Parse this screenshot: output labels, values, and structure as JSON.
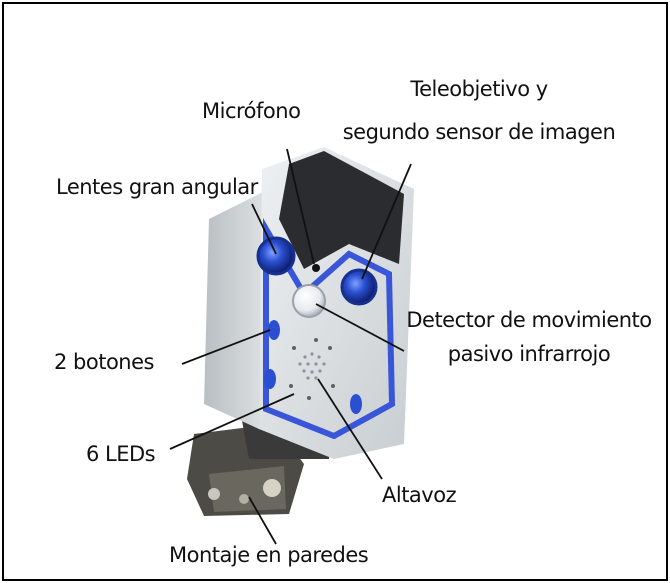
{
  "labels": {
    "microfono": "Micrófono",
    "teleobjetivo_1": "Teleobjetivo y",
    "teleobjetivo_2": "segundo sensor de imagen",
    "lentes": "Lentes gran angular",
    "detector_1": "Detector de movimiento",
    "detector_2": "pasivo infrarrojo",
    "botones": "2 botones",
    "leds": "6 LEDs",
    "altavoz": "Altavoz",
    "montaje": "Montaje en paredes"
  },
  "colors": {
    "housing": "#d9dde0",
    "housing_shadow": "#a8aeb3",
    "dark_recess": "#2a2c30",
    "lens_blue": "#2a4fd0",
    "accent_blue": "#3a56d8",
    "bracket": "#5c5a52"
  }
}
